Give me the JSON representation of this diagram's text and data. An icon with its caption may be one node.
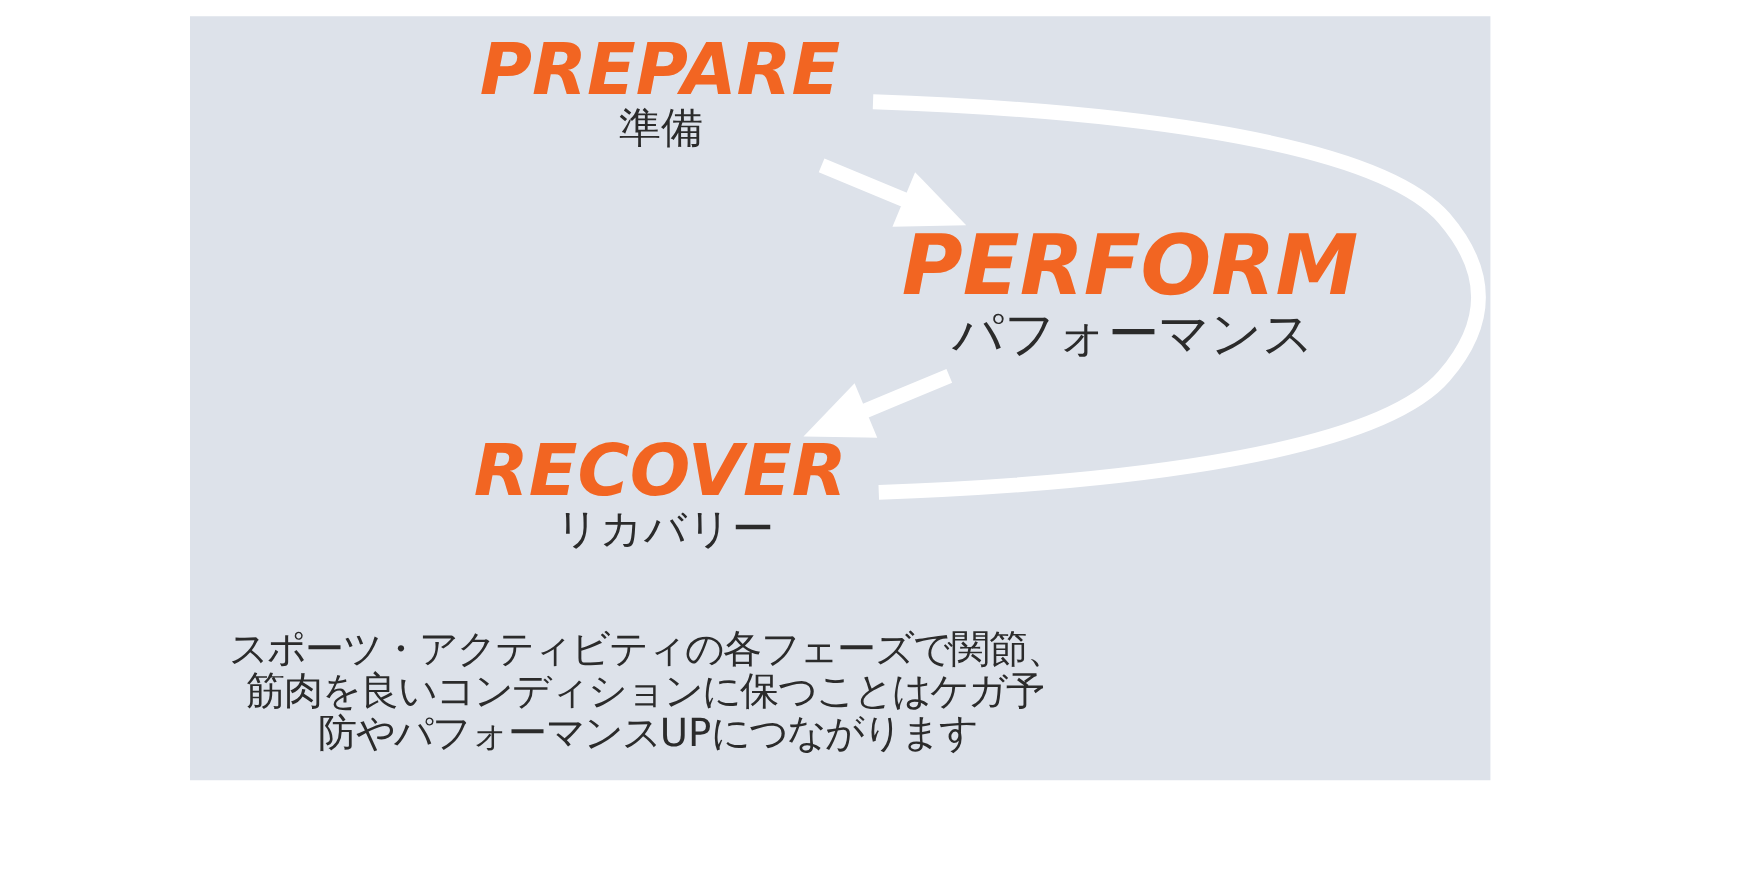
{
  "diagram": {
    "nodes": [
      {
        "text": [
          "PREPARE",
          "準備"
        ]
      },
      {
        "text": [
          "PERFORM",
          "パフォーマンス"
        ]
      },
      {
        "text": [
          "RECOVER",
          "リカバリー"
        ]
      }
    ],
    "edges": [
      {
        "from": 0,
        "to": 1,
        "arrow": "to"
      },
      {
        "from": 1,
        "to": 2,
        "arrow": "to"
      },
      {
        "from": 2,
        "to": 0,
        "arrow": "none"
      }
    ],
    "labels": [
      "スポーツ・アクティビティの各フェーズで関節、筋肉を良いコンディションに保つことはケガ予防やパフォーマンスUPにつながります"
    ]
  }
}
